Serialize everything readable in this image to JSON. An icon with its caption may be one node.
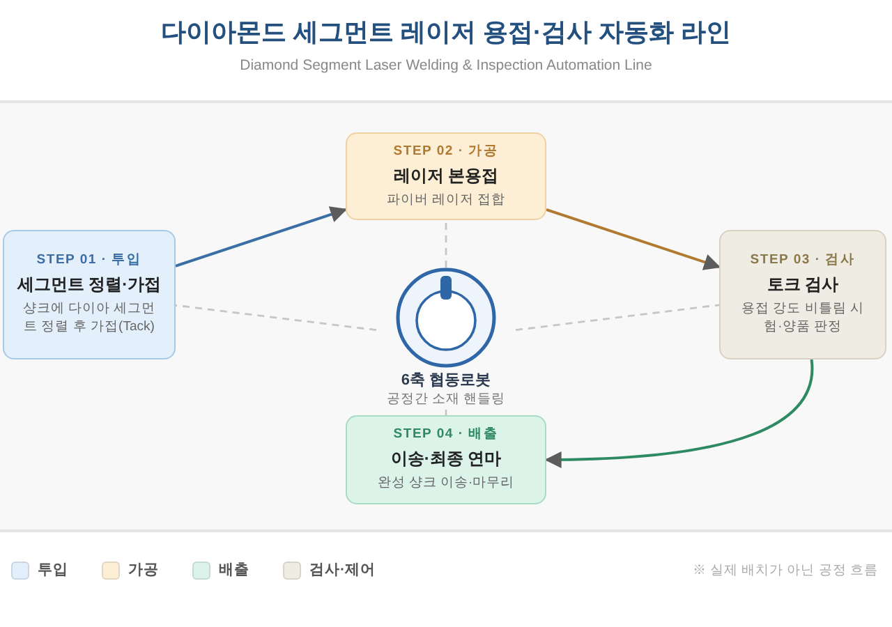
{
  "diagram": {
    "title": "다이아몬드 세그먼트 레이저 용접·검사 자동화 라인",
    "caption": "Diamond Segment Laser Welding & Inspection Automation Line",
    "nodes": [
      {
        "text": [
          "STEP 01 · 투입",
          "세그먼트 정렬·가접",
          "샹크에 다이아 세그먼트 정렬 후 가접(Tack)"
        ]
      },
      {
        "text": [
          "STEP 02 · 가공",
          "레이저 본용접",
          "파이버 레이저 접합"
        ]
      },
      {
        "text": [
          "STEP 03 · 검사",
          "토크 검사",
          "용접 강도 비틀림 시험·양품 판정"
        ]
      },
      {
        "text": [
          "6축 협동로봇",
          "공정간 소재 핸들링"
        ]
      },
      {
        "text": [
          "STEP 04 · 배출",
          "이송·최종 연마",
          "완성 샹크 이송·마무리"
        ]
      }
    ],
    "edges": [
      {
        "from": 0,
        "to": 1,
        "arrow": "to",
        "color": "#3a6ea5"
      },
      {
        "from": 1,
        "to": 2,
        "arrow": "to",
        "color": "#b07a30"
      },
      {
        "from": 2,
        "to": 4,
        "arrow": "to",
        "color": "#2e8a62"
      },
      {
        "from": 3,
        "to": 0,
        "arrow": "none",
        "style": "dashed"
      },
      {
        "from": 3,
        "to": 1,
        "arrow": "none",
        "style": "dashed"
      },
      {
        "from": 3,
        "to": 2,
        "arrow": "none",
        "style": "dashed"
      },
      {
        "from": 3,
        "to": 4,
        "arrow": "none",
        "style": "dashed"
      }
    ],
    "labels": [
      "※ 실제 배치가 아닌 공정 흐름"
    ],
    "legend": [
      {
        "text": "투입",
        "color": "#e3effb"
      },
      {
        "text": "가공",
        "color": "#fcefd6"
      },
      {
        "text": "배출",
        "color": "#dcf3ea"
      },
      {
        "text": "검사·제어",
        "color": "#efece3"
      }
    ]
  }
}
